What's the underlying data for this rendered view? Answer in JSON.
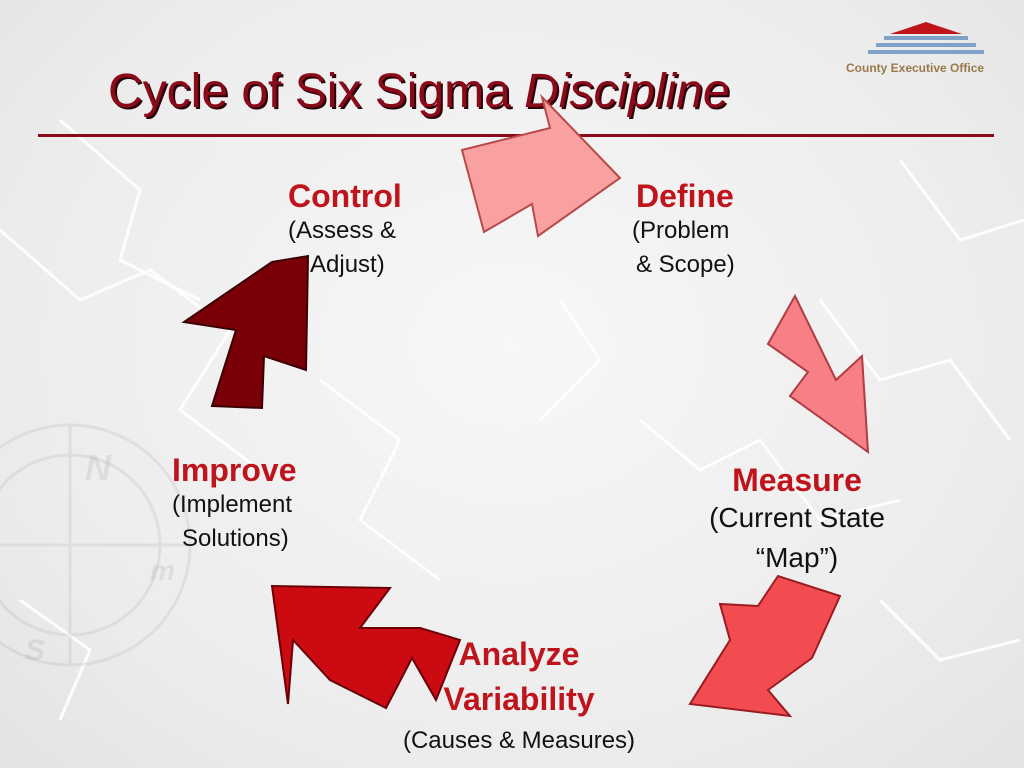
{
  "header": {
    "title_main": "Cycle of Six Sigma ",
    "title_emphasis": "Discipline",
    "organization": "County Executive Office"
  },
  "stages": [
    {
      "name": "Define",
      "detail_line1": "(Problem",
      "detail_line2": "& Scope)"
    },
    {
      "name": "Measure",
      "detail_line1": "(Current State",
      "detail_line2": "“Map”)"
    },
    {
      "name_line1": "Analyze",
      "name_line2": "Variability",
      "detail": "(Causes & Measures)"
    },
    {
      "name": "Improve",
      "detail_line1": "(Implement",
      "detail_line2": "Solutions)"
    },
    {
      "name": "Control",
      "detail_line1": "(Assess &",
      "detail_line2": "Adjust)"
    }
  ],
  "colors": {
    "title": "#8a0a1a",
    "heading": "#c0141c",
    "arrow_define": "#f9a0a0",
    "arrow_measure": "#f77f86",
    "arrow_analyze": "#f24b50",
    "arrow_improve": "#cc0a12",
    "arrow_control": "#7a0008"
  }
}
